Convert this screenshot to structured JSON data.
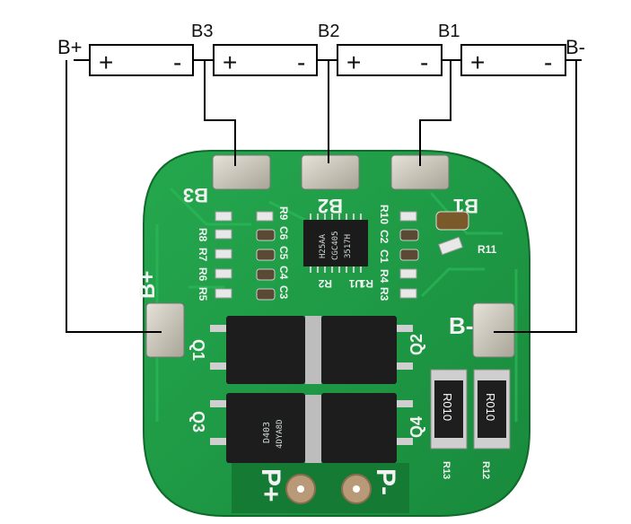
{
  "wiring": {
    "node_labels": [
      "B+",
      "B3",
      "B2",
      "B1",
      "B-"
    ],
    "cells": [
      {
        "plus": "+",
        "minus": "-"
      },
      {
        "plus": "+",
        "minus": "-"
      },
      {
        "plus": "+",
        "minus": "-"
      },
      {
        "plus": "+",
        "minus": "-"
      }
    ]
  },
  "board": {
    "pads": {
      "b3": "B3",
      "b2": "B2",
      "b1": "B1",
      "bplus": "B+",
      "bminus": "B-",
      "pplus": "P+",
      "pminus": "P-"
    },
    "ic": {
      "line1": "H25AA",
      "line2": "CGC405",
      "line3": "3517H"
    },
    "silk_left": [
      "R9",
      "C6",
      "R8",
      "C5",
      "R7",
      "C4",
      "R6",
      "C3",
      "R5"
    ],
    "silk_right": [
      "R10",
      "C2",
      "C1",
      "R4",
      "R3"
    ],
    "silk_misc": {
      "r2": "R2",
      "u1": "U1",
      "r1": "R1",
      "r11": "R11",
      "q1": "Q1",
      "q2": "Q2",
      "q3": "Q3",
      "q4": "Q4",
      "r13": "R13",
      "r12": "R12"
    },
    "resistor_marking": "R010",
    "mosfet_marking": {
      "line1": "D403",
      "line2": "4DYA8D"
    }
  },
  "colors": {
    "pcb": "#1f9b46",
    "pcb_dark": "#147a34",
    "pad": "#c9c4b8",
    "mosfet": "#1d1d1d",
    "wire": "#000000"
  }
}
